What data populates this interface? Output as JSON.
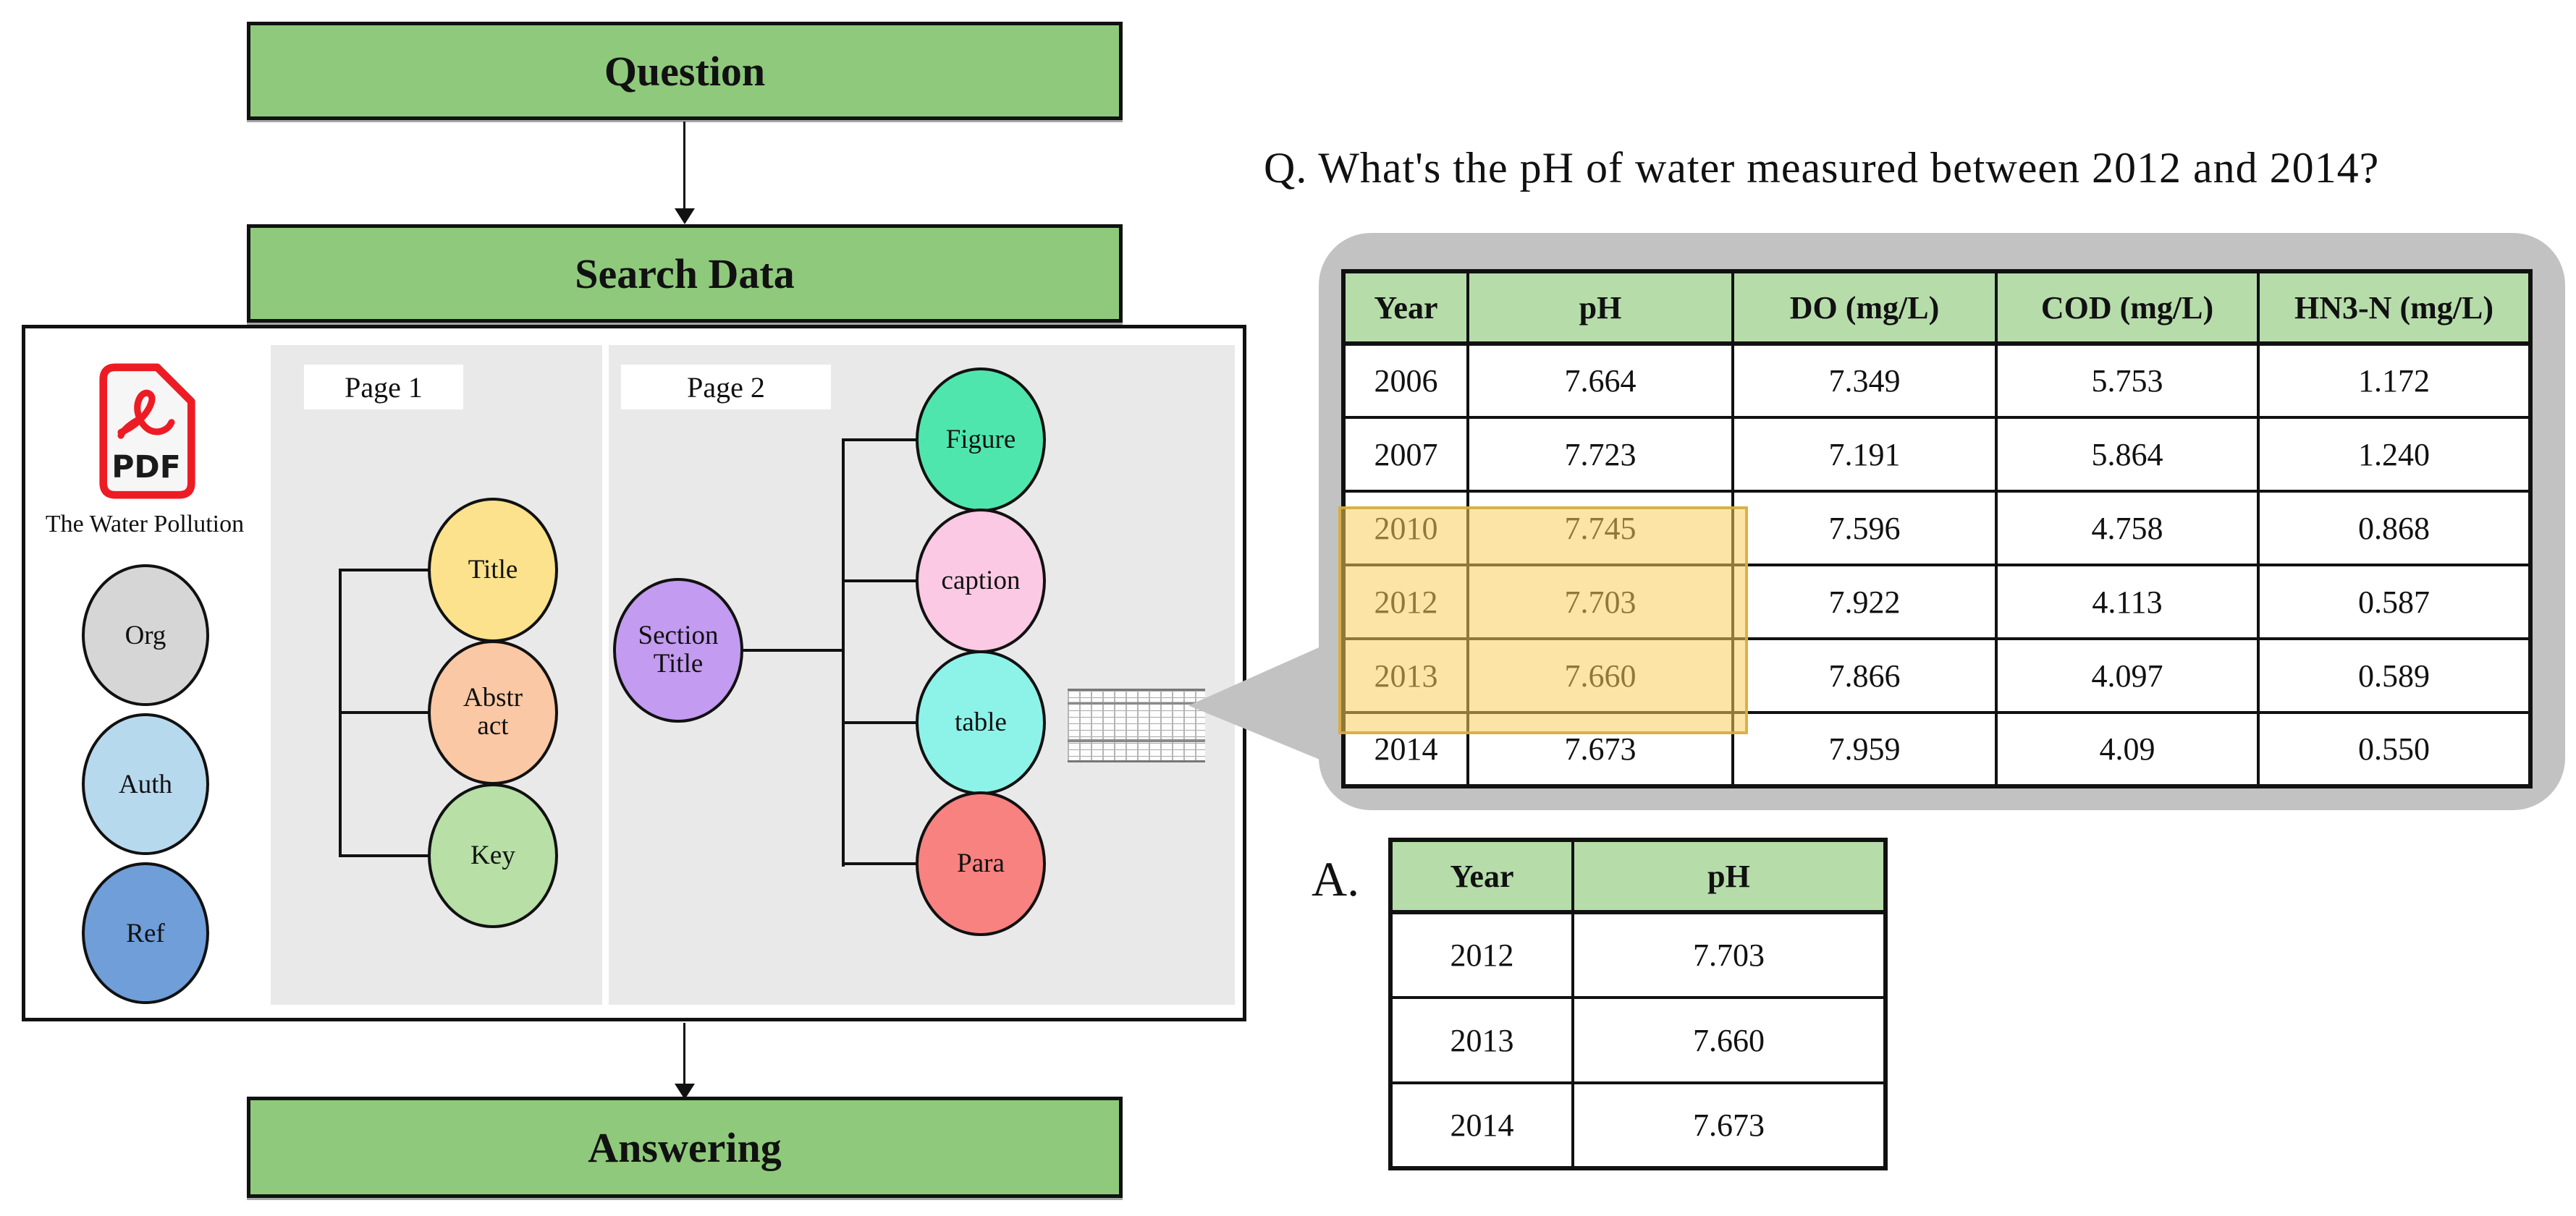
{
  "flow": {
    "question": "Question",
    "search_data": "Search Data",
    "answering": "Answering"
  },
  "pdf": {
    "icon_label": "PDF",
    "doc_title": "The Water Pollution",
    "meta_nodes": [
      {
        "label": "Org",
        "color": "#d6d6d6"
      },
      {
        "label": "Auth",
        "color": "#b7d9ee"
      },
      {
        "label": "Ref",
        "color": "#6f9ed9"
      }
    ]
  },
  "page1": {
    "label": "Page 1",
    "nodes": [
      {
        "label": "Title",
        "color": "#fce28c"
      },
      {
        "label": "Abstr\nact",
        "color": "#fac8a4"
      },
      {
        "label": "Key",
        "color": "#b7dfa6"
      }
    ]
  },
  "page2": {
    "label": "Page 2",
    "root": {
      "label": "Section\nTitle",
      "color": "#c39bf0"
    },
    "children": [
      {
        "label": "Figure",
        "color": "#4fe6ae"
      },
      {
        "label": "caption",
        "color": "#fbc9e3"
      },
      {
        "label": "table",
        "color": "#8df3e8"
      },
      {
        "label": "Para",
        "color": "#f78280"
      }
    ]
  },
  "qa": {
    "question": "Q. What's the pH of water measured between 2012 and 2014?",
    "table": {
      "headers": [
        "Year",
        "pH",
        "DO (mg/L)",
        "COD (mg/L)",
        "HN3-N (mg/L)"
      ],
      "rows": [
        [
          "2006",
          "7.664",
          "7.349",
          "5.753",
          "1.172"
        ],
        [
          "2007",
          "7.723",
          "7.191",
          "5.864",
          "1.240"
        ],
        [
          "2010",
          "7.745",
          "7.596",
          "4.758",
          "0.868"
        ],
        [
          "2012",
          "7.703",
          "7.922",
          "4.113",
          "0.587"
        ],
        [
          "2013",
          "7.660",
          "7.866",
          "4.097",
          "0.589"
        ],
        [
          "2014",
          "7.673",
          "7.959",
          "4.09",
          "0.550"
        ]
      ],
      "highlighted_years": [
        "2012",
        "2013",
        "2014"
      ],
      "highlighted_columns": [
        "Year",
        "pH"
      ]
    },
    "answer_label": "A.",
    "answer_table": {
      "headers": [
        "Year",
        "pH"
      ],
      "rows": [
        [
          "2012",
          "7.703"
        ],
        [
          "2013",
          "7.660"
        ],
        [
          "2014",
          "7.673"
        ]
      ]
    }
  },
  "colors": {
    "flow_box_green": "#8fc97c",
    "table_header_green": "#b6dcaa",
    "panel_gray": "#e9e9e9",
    "bubble_gray": "#c2c2c2",
    "highlight_yellow": "#f6cd5b",
    "pdf_red": "#ed1c24"
  }
}
